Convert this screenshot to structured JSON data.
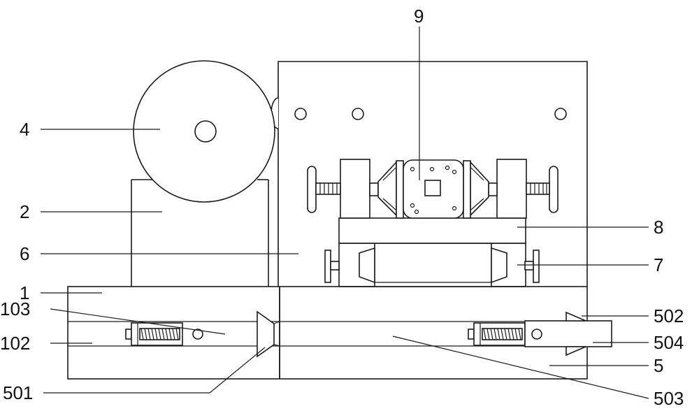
{
  "diagram": {
    "labels": {
      "l9": "9",
      "l4": "4",
      "l2": "2",
      "l6": "6",
      "l1": "1",
      "l103": "103",
      "l102": "102",
      "l501": "501",
      "l8": "8",
      "l7": "7",
      "l502": "502",
      "l504": "504",
      "l5": "5",
      "l503": "503"
    },
    "colors": {
      "line": "#1a1a1a",
      "background": "#ffffff",
      "text": "#111111"
    }
  }
}
